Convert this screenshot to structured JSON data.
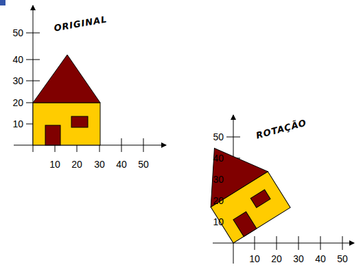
{
  "diagram": {
    "labels": [
      "ORIGINAL",
      "50",
      "40",
      "30",
      "20",
      "10",
      "10",
      "20",
      "30",
      "40",
      "50",
      "ROTAÇÃO",
      "50",
      "40",
      "30",
      "20",
      "10",
      "10",
      "20",
      "30",
      "40",
      "50"
    ]
  }
}
